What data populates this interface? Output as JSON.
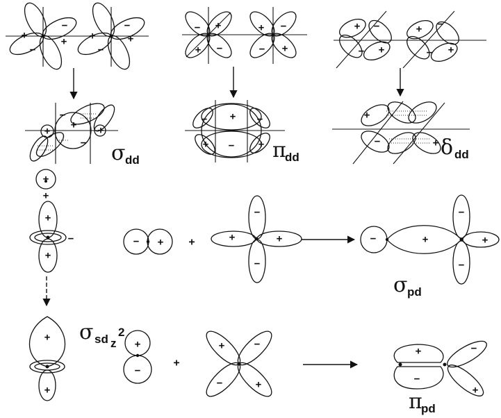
{
  "labels": {
    "sigma_dd": {
      "symbol": "σ",
      "sub": "dd"
    },
    "pi_dd": {
      "symbol": "π",
      "sub": "dd"
    },
    "delta_dd": {
      "symbol": "δ",
      "sub": "dd"
    },
    "sigma_pd": {
      "symbol": "σ",
      "sub": "pd"
    },
    "sigma_sdz2": {
      "symbol": "σ",
      "sub": "sd",
      "subsub": "z",
      "sup": "2"
    },
    "pi_pd": {
      "symbol": "π",
      "sub": "pd"
    }
  },
  "signs": {
    "plus": "+",
    "minus": "−"
  }
}
